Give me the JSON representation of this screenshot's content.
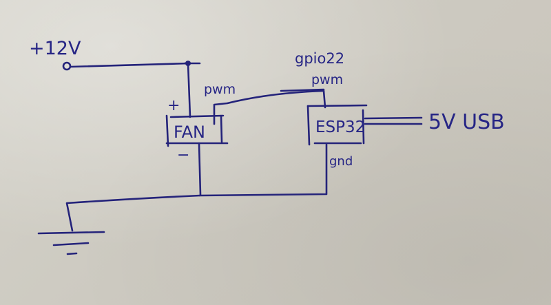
{
  "title": "ESP32 fan PWM wiring sketch",
  "colors": {
    "ink": "#24237a",
    "paper": "#cfccc3"
  },
  "labels": {
    "supply": "+12V",
    "gpio": "gpio22",
    "pwm_esp": "pwm",
    "pwm_fan": "pwm",
    "fan_plus": "+",
    "fan_minus": "−",
    "fan": "FAN",
    "esp": "ESP32",
    "gnd": "gnd",
    "usb": "5V USB"
  },
  "components": [
    {
      "id": "supply-terminal",
      "label": "+12V"
    },
    {
      "id": "fan",
      "label": "FAN"
    },
    {
      "id": "esp32",
      "label": "ESP32"
    },
    {
      "id": "ground-symbol"
    }
  ],
  "connections": [
    {
      "from": "+12V",
      "to": "FAN +"
    },
    {
      "from": "FAN pwm",
      "to": "ESP32 gpio22 pwm"
    },
    {
      "from": "FAN −",
      "to": "ground"
    },
    {
      "from": "ESP32 gnd",
      "to": "ground"
    },
    {
      "from": "5V USB",
      "to": "ESP32"
    }
  ]
}
